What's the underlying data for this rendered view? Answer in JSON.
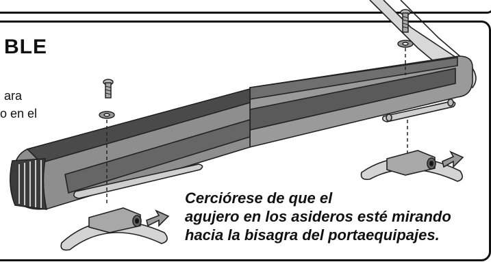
{
  "heading": "BLE",
  "body_text": [
    "ara",
    "o en el"
  ],
  "callout": [
    "Cerciórese de que el",
    "agujero en los asideros esté mirando",
    "hacia la bisagra del portaequipajes."
  ]
}
